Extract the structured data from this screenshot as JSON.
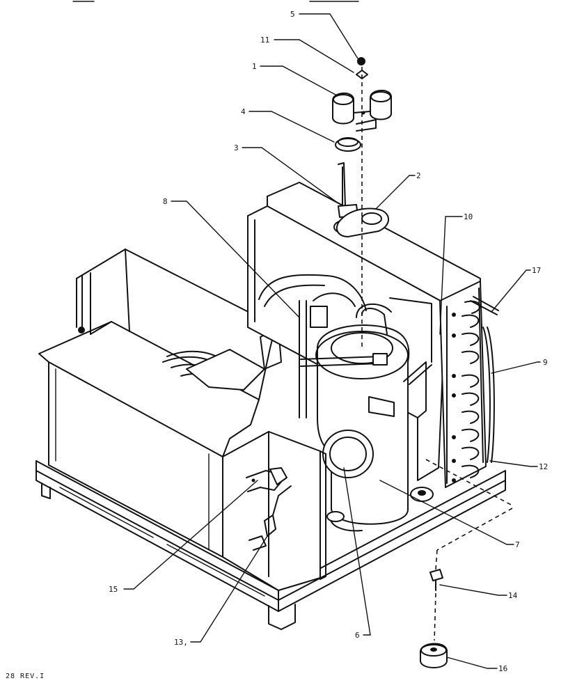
{
  "callouts": [
    {
      "id": "5",
      "label": "5"
    },
    {
      "id": "11",
      "label": "11"
    },
    {
      "id": "1",
      "label": "1"
    },
    {
      "id": "4",
      "label": "4"
    },
    {
      "id": "3",
      "label": "3"
    },
    {
      "id": "2",
      "label": "2"
    },
    {
      "id": "8",
      "label": "8"
    },
    {
      "id": "10",
      "label": "10"
    },
    {
      "id": "17",
      "label": "17"
    },
    {
      "id": "9",
      "label": "9"
    },
    {
      "id": "12",
      "label": "12"
    },
    {
      "id": "7",
      "label": "7"
    },
    {
      "id": "14",
      "label": "14"
    },
    {
      "id": "15",
      "label": "15"
    },
    {
      "id": "13",
      "label": "13,"
    },
    {
      "id": "6",
      "label": "6"
    },
    {
      "id": "16",
      "label": "16"
    }
  ],
  "footer": {
    "note": "28 REV.I"
  }
}
